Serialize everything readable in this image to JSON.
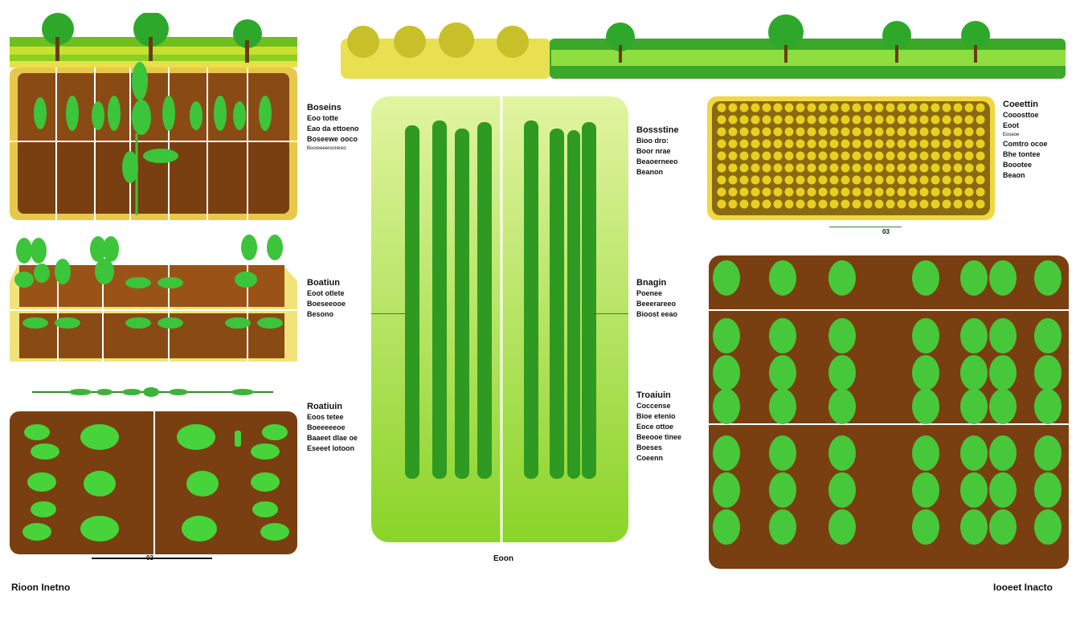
{
  "labels": {
    "top_left": {
      "title": "Boseins",
      "lines": [
        "Eoo totte",
        "Eao da ettoeno",
        "Boseewe ooco",
        "Booreeeeroorereo"
      ]
    },
    "mid_left": {
      "title": "Boatiun",
      "lines": [
        "Eoot otlete",
        "Boeseeooe",
        "Besono"
      ]
    },
    "bottom_left": {
      "title": "Roatiuin",
      "lines": [
        "Eoos tetee",
        "Boeeeeeoe",
        "Baaeet dlae oe",
        "Eseeet lotoon"
      ]
    },
    "center_top": {
      "title": "Bossstine",
      "lines": [
        "Bioo dro:",
        "Boor nrae",
        "Beaoerneeo",
        "Beanon"
      ]
    },
    "center_mid": {
      "title": "Bnagin",
      "lines": [
        "Poenee",
        "Beeerareeo",
        "Bioost eeao"
      ]
    },
    "center_low": {
      "title": "Troaiuin",
      "lines": [
        "Coccense",
        "Bioe etenio",
        "Eoce ottoe",
        "Beeooe tinee",
        "Boeses",
        "Coeenn"
      ]
    },
    "top_right": {
      "title": "Coeettin",
      "lines": [
        "Cooosttoe",
        "Eoot",
        "Eoseoe",
        "Comtro ocoe",
        "Bhe tontee",
        "Boootee",
        "Beaon"
      ]
    }
  },
  "small_marks": {
    "bottom_left_mark": "03",
    "center_bottom_mark": "Eoon",
    "right_mid_mark": "03"
  },
  "footer": {
    "left": "Rioon Inetno",
    "right": "Iooeet Inacto"
  }
}
